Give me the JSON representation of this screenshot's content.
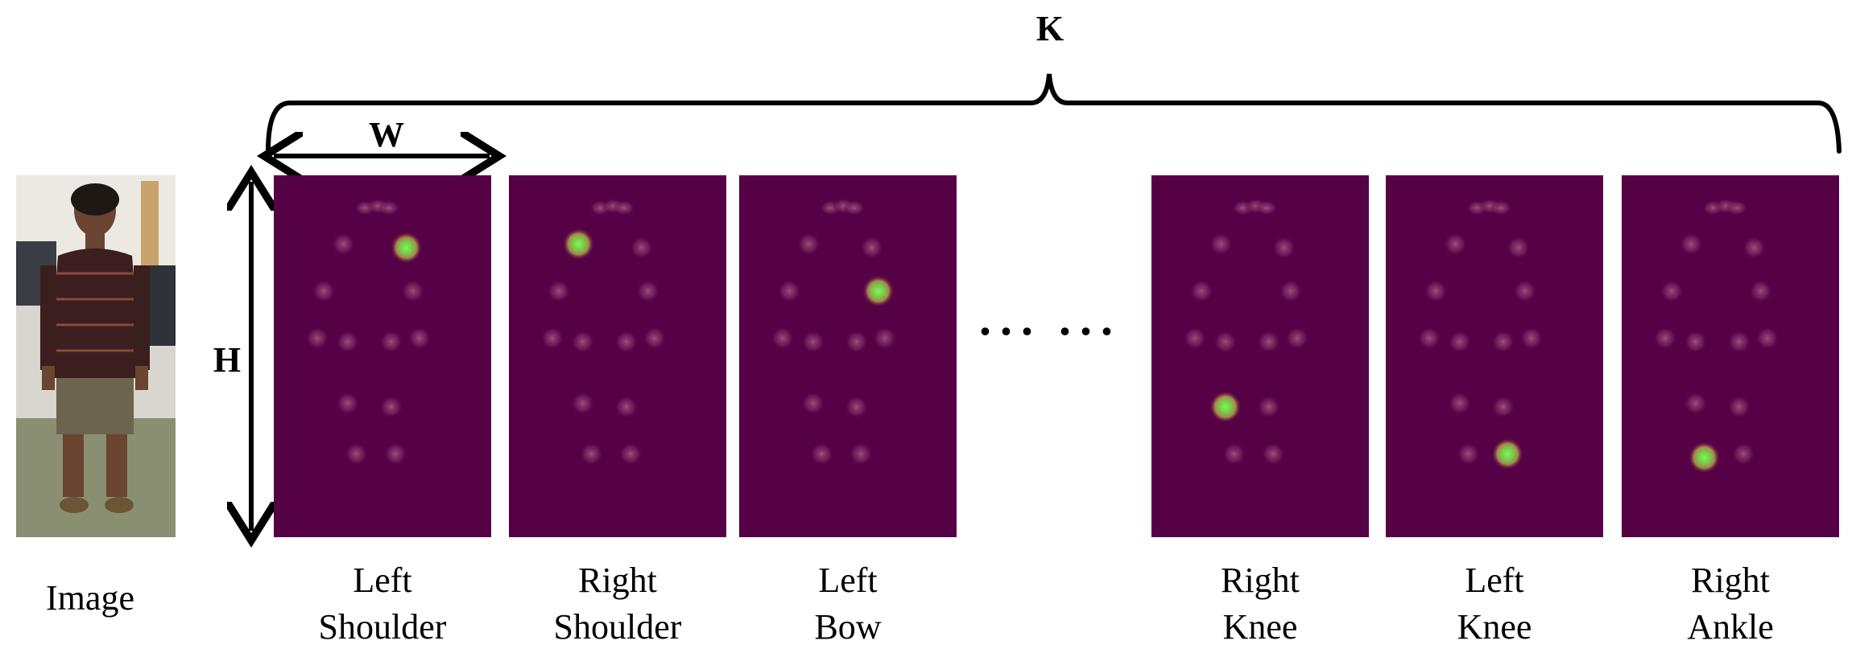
{
  "labels": {
    "k": "K",
    "w": "W",
    "h": "H",
    "ellipsis": "··· ···",
    "image_caption": "Image"
  },
  "colors": {
    "background": "#560045",
    "blob": "#9c4a78",
    "peak_center": "#7ee04a",
    "peak_glow": "#c9c04a"
  },
  "heatmaps": [
    {
      "caption_top": "Left",
      "caption_bottom": "Shoulder",
      "active_joint": 1
    },
    {
      "caption_top": "Right",
      "caption_bottom": "Shoulder",
      "active_joint": 0
    },
    {
      "caption_top": "Left",
      "caption_bottom": "Bow",
      "active_joint": 3
    },
    {
      "caption_top": "Right",
      "caption_bottom": "Knee",
      "active_joint": 10
    },
    {
      "caption_top": "Left",
      "caption_bottom": "Knee",
      "active_joint": 11
    },
    {
      "caption_top": "Right",
      "caption_bottom": "Ankle",
      "active_joint": 12
    }
  ]
}
